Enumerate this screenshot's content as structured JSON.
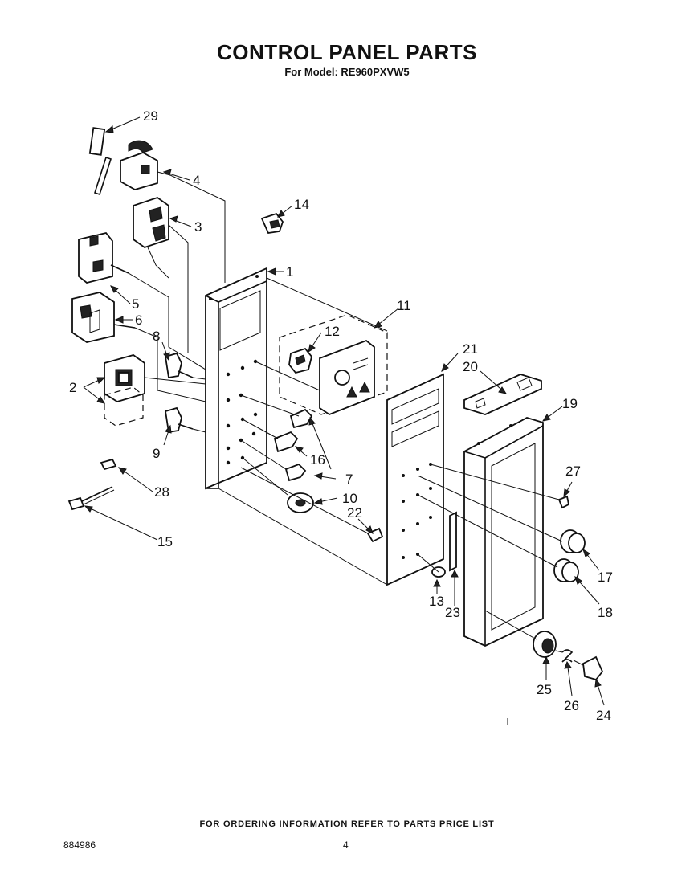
{
  "header": {
    "title": "CONTROL PANEL PARTS",
    "subtitle": "For Model: RE960PXVW5"
  },
  "callouts": [
    "1",
    "2",
    "3",
    "4",
    "5",
    "6",
    "7",
    "8",
    "9",
    "10",
    "11",
    "12",
    "13",
    "14",
    "15",
    "16",
    "17",
    "18",
    "19",
    "20",
    "21",
    "22",
    "23",
    "24",
    "25",
    "26",
    "27",
    "28",
    "29"
  ],
  "footer": {
    "ordering_note": "FOR ORDERING INFORMATION REFER TO PARTS PRICE LIST",
    "document_number": "884986",
    "page_number": "4"
  }
}
